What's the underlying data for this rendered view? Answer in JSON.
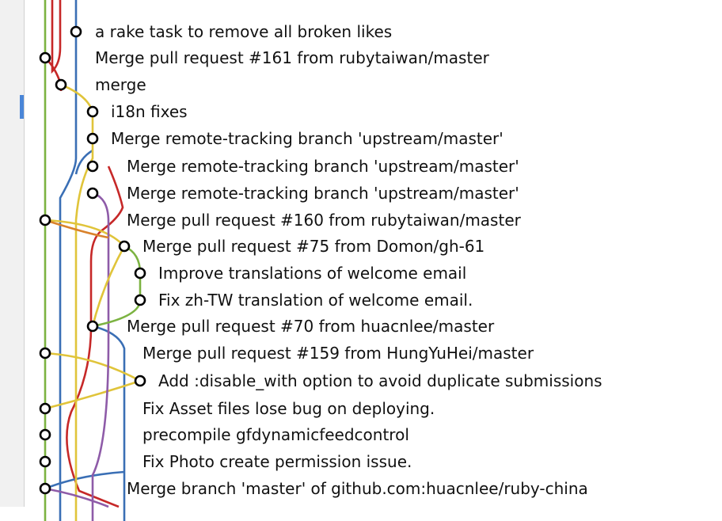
{
  "lane_colors": {
    "green": "#7cb342",
    "red": "#c62828",
    "blue": "#3a6fb5",
    "yellow": "#e0c43a",
    "purple": "#8e5ba8",
    "orange": "#d9822b",
    "black": "#000000"
  },
  "scrollbar": {
    "accent": "#4a86d8"
  },
  "commits": [
    {
      "message": "a rake task to remove all broken likes"
    },
    {
      "message": "Merge pull request #161 from rubytaiwan/master"
    },
    {
      "message": "merge"
    },
    {
      "message": "i18n fixes"
    },
    {
      "message": "Merge remote-tracking branch 'upstream/master'"
    },
    {
      "message": "Merge remote-tracking branch 'upstream/master'"
    },
    {
      "message": "Merge remote-tracking branch 'upstream/master'"
    },
    {
      "message": "Merge pull request #160 from rubytaiwan/master"
    },
    {
      "message": "Merge pull request #75 from Domon/gh-61"
    },
    {
      "message": "Improve translations of welcome email"
    },
    {
      "message": "Fix zh-TW translation of welcome email."
    },
    {
      "message": "Merge pull request #70 from huacnlee/master"
    },
    {
      "message": "Merge pull request #159 from HungYuHei/master"
    },
    {
      "message": "Add :disable_with option to avoid duplicate submissions"
    },
    {
      "message": "Fix Asset files lose bug on  deploying."
    },
    {
      "message": "precompile gfdynamicfeedcontrol"
    },
    {
      "message": "Fix Photo create permission issue."
    },
    {
      "message": "Merge branch 'master' of github.com:huacnlee/ruby-china"
    }
  ]
}
